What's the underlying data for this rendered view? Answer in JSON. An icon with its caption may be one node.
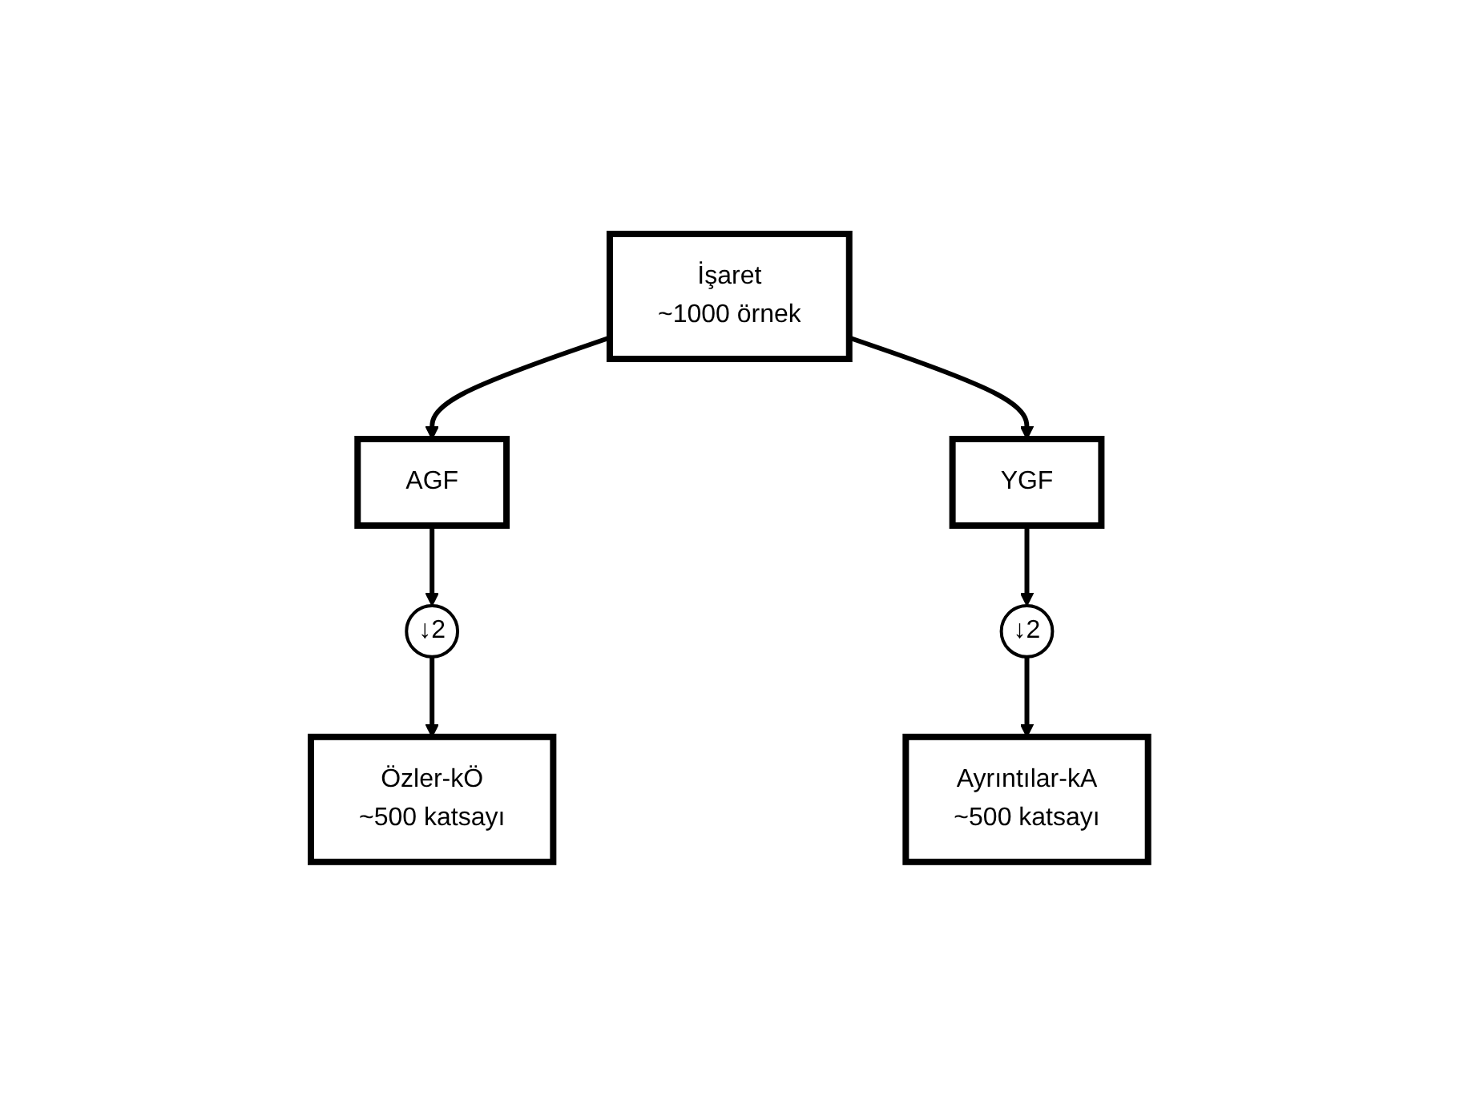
{
  "diagram": {
    "nodes": [
      {
        "text": [
          "İşaret",
          "~1000 örnek"
        ]
      },
      {
        "text": [
          "AGF"
        ]
      },
      {
        "text": [
          "YGF"
        ]
      },
      {
        "text": [
          "↓2"
        ]
      },
      {
        "text": [
          "↓2"
        ]
      },
      {
        "text": [
          "Özler-kÖ",
          "~500 katsayı"
        ]
      },
      {
        "text": [
          "Ayrıntılar-kA",
          "~500 katsayı"
        ]
      }
    ],
    "edges": [
      {
        "from": 0,
        "to": 1,
        "arrow": "to"
      },
      {
        "from": 0,
        "to": 2,
        "arrow": "to"
      },
      {
        "from": 1,
        "to": 3,
        "arrow": "to"
      },
      {
        "from": 2,
        "to": 4,
        "arrow": "to"
      },
      {
        "from": 3,
        "to": 5,
        "arrow": "to"
      },
      {
        "from": 4,
        "to": 6,
        "arrow": "to"
      }
    ]
  }
}
